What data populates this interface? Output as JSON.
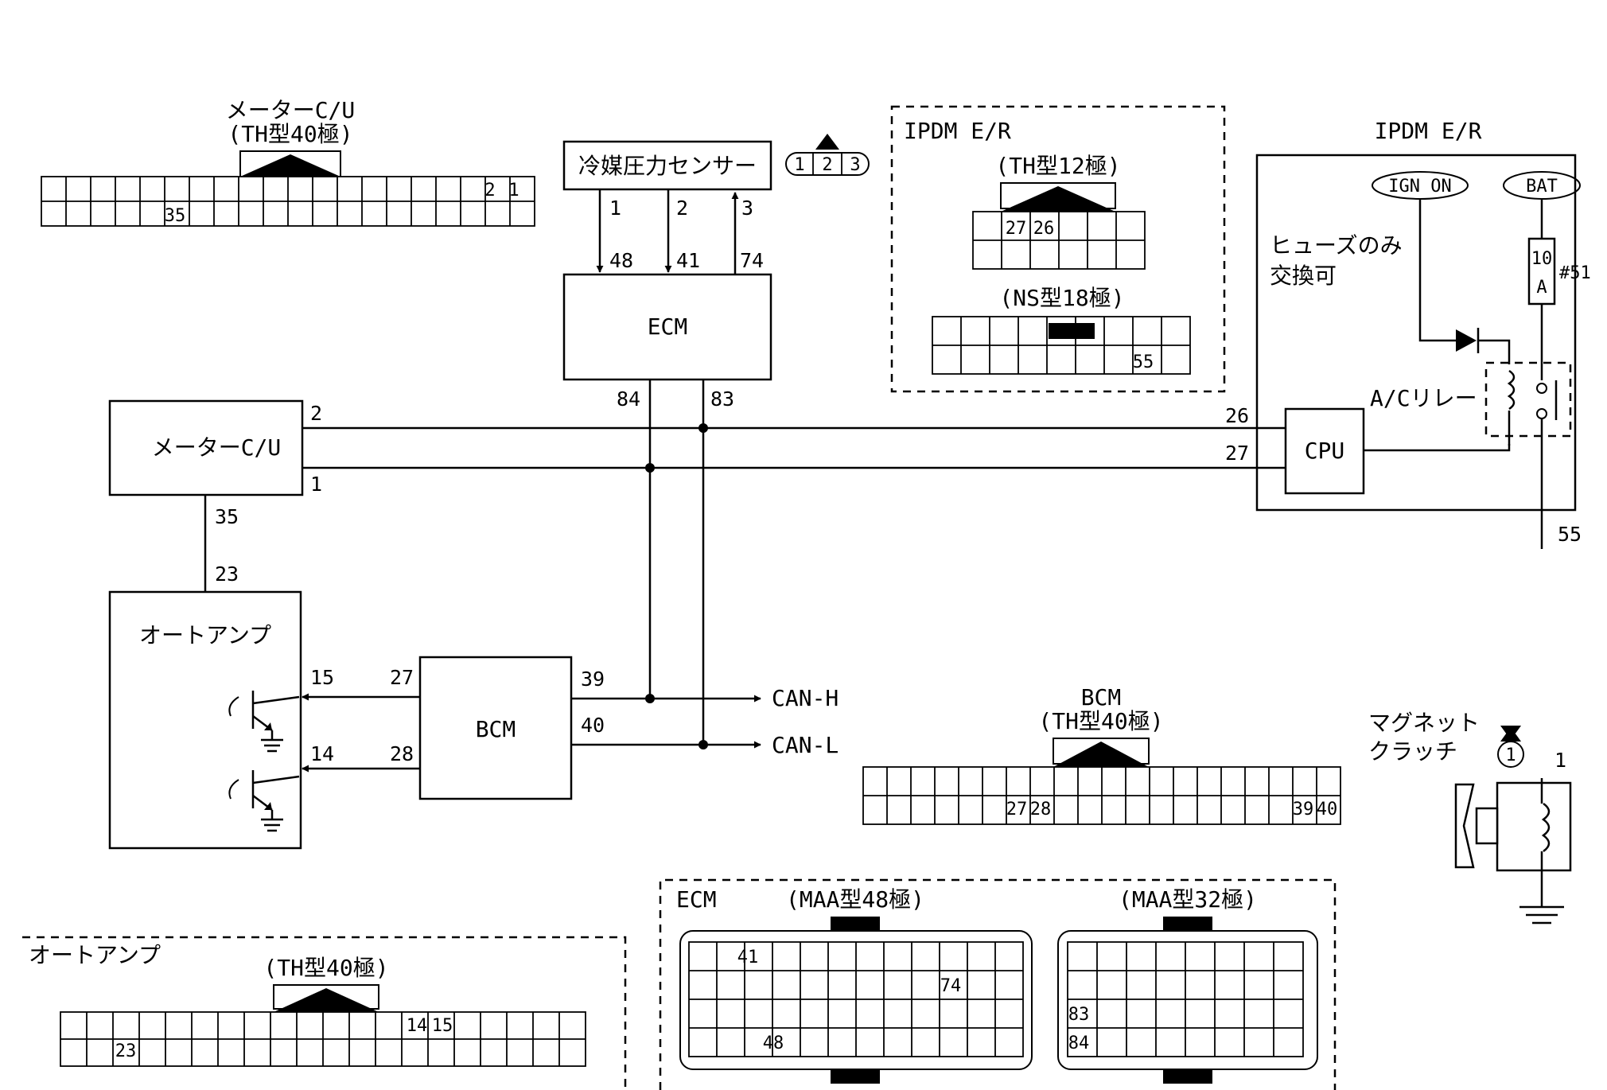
{
  "top": {
    "meter_cu_title": "メーターC/U",
    "meter_cu_type": "(TH型40極)",
    "meter_cu_cells": [
      "2",
      "1",
      "35"
    ],
    "sensor_label": "冷媒圧力センサー",
    "sensor_connector": [
      "1",
      "2",
      "3"
    ],
    "ipdm_dashed_title": "IPDM E/R",
    "ipdm_th_type": "(TH型12極)",
    "ipdm_th_cells": [
      "27",
      "26"
    ],
    "ipdm_ns_type": "(NS型18極)",
    "ipdm_ns_cells": [
      "55"
    ],
    "ipdm_box_title": "IPDM E/R"
  },
  "ecm": {
    "label": "ECM",
    "pins_in": [
      "1",
      "2",
      "3"
    ],
    "pins_ecm_top": [
      "48",
      "41",
      "74"
    ],
    "pins_ecm_bottom": [
      "84",
      "83"
    ]
  },
  "meter": {
    "label": "メーターC/U",
    "pin_2": "2",
    "pin_1": "1",
    "pin_35": "35"
  },
  "ipdm": {
    "ign_label": "IGN ON",
    "bat_label": "BAT",
    "fuse_note_line1": "ヒューズのみ",
    "fuse_note_line2": "交換可",
    "fuse_10": "10",
    "fuse_a": "A",
    "fuse_no": "#51",
    "relay_label": "A/Cリレー",
    "cpu_label": "CPU",
    "pin_26": "26",
    "pin_27": "27",
    "pin_55": "55"
  },
  "autoamp": {
    "label": "オートアンプ",
    "pin_23": "23",
    "pin_15": "15",
    "pin_14": "14"
  },
  "bcm": {
    "label": "BCM",
    "pin_27": "27",
    "pin_28": "28",
    "pin_39": "39",
    "pin_40": "40",
    "can_h": "CAN-H",
    "can_l": "CAN-L",
    "conn_title": "BCM",
    "conn_type": "(TH型40極)",
    "conn_cells": [
      "27",
      "28",
      "39",
      "40"
    ]
  },
  "clutch": {
    "label_line1": "マグネット",
    "label_line2": "クラッチ",
    "conn_no": "1",
    "pin_1": "1"
  },
  "bottom": {
    "autoamp_title": "オートアンプ",
    "autoamp_type": "(TH型40極)",
    "autoamp_cells": [
      "14",
      "15",
      "23"
    ],
    "ecm_title": "ECM",
    "ecm48_type": "(MAA型48極)",
    "ecm48_cells": [
      "41",
      "74",
      "48"
    ],
    "ecm32_type": "(MAA型32極)",
    "ecm32_cells": [
      "83",
      "84"
    ]
  }
}
